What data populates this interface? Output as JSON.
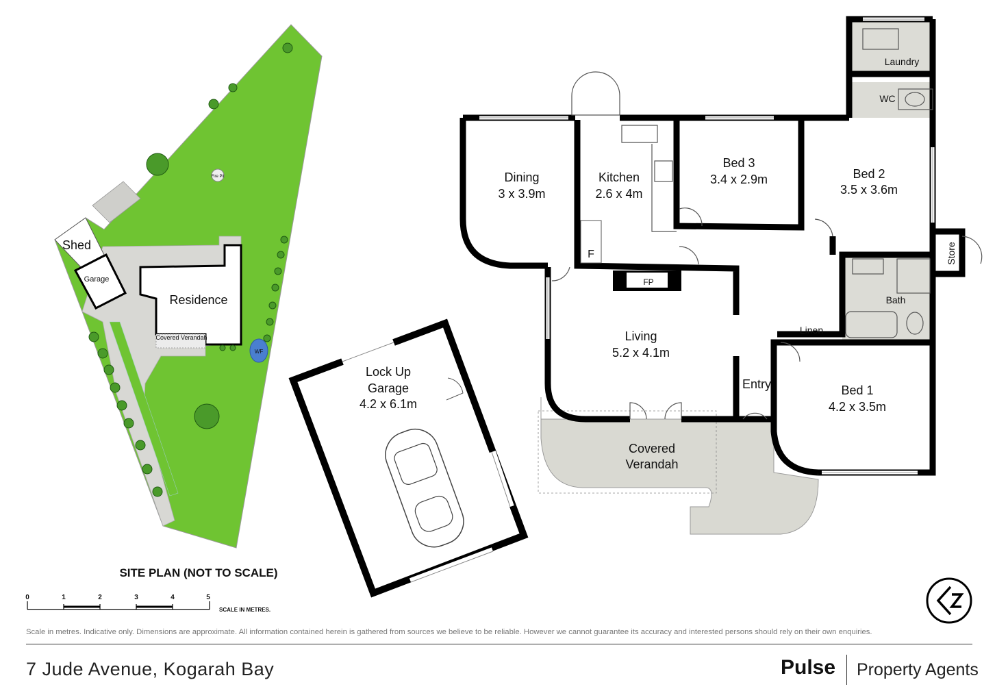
{
  "site_plan": {
    "title": "SITE PLAN (NOT TO SCALE)",
    "labels": {
      "shed": "Shed",
      "garage": "Garage",
      "residence": "Residence",
      "covered_verandah": "Covered Verandah",
      "fire_pit": "Fire Pit",
      "wf": "WF"
    },
    "scale_ticks": [
      "0",
      "1",
      "2",
      "3",
      "4",
      "5"
    ],
    "scale_caption": "SCALE IN METRES.",
    "colors": {
      "lawn": "#6fc432",
      "paving": "#d8d8d4",
      "building": "#ffffff"
    }
  },
  "floor_plan": {
    "rooms": [
      {
        "id": "dining",
        "name": "Dining",
        "size": "3 x 3.9m"
      },
      {
        "id": "kitchen",
        "name": "Kitchen",
        "size": "2.6 x 4m"
      },
      {
        "id": "bed3",
        "name": "Bed 3",
        "size": "3.4 x 2.9m"
      },
      {
        "id": "bed2",
        "name": "Bed 2",
        "size": "3.5 x 3.6m"
      },
      {
        "id": "living",
        "name": "Living",
        "size": "5.2 x 4.1m"
      },
      {
        "id": "bed1",
        "name": "Bed 1",
        "size": "4.2 x 3.5m"
      },
      {
        "id": "garage",
        "name": "Lock Up Garage",
        "size": "4.2 x 6.1m"
      },
      {
        "id": "verandah",
        "name": "Covered Verandah",
        "size": ""
      }
    ],
    "labels": {
      "laundry": "Laundry",
      "wc": "WC",
      "store": "Store",
      "bath": "Bath",
      "linen": "Linen",
      "entry": "Entry",
      "fp": "FP",
      "f": "F",
      "garage_line1": "Lock Up",
      "garage_line2": "Garage",
      "verandah_line1": "Covered",
      "verandah_line2": "Verandah"
    },
    "colors": {
      "wet_area": "#dcdcd6",
      "verandah": "#d9d9d2",
      "wall": "#000000"
    }
  },
  "compass": {
    "icon": "north-arrow-icon"
  },
  "footer": {
    "disclaimer": "Scale in metres. Indicative only. Dimensions are approximate. All information contained herein is gathered from sources we believe to be reliable. However we cannot guarantee its accuracy and interested persons should rely on their own enquiries.",
    "address": "7 Jude Avenue, Kogarah Bay",
    "brand": "Pulse",
    "brand_sub": "Property Agents"
  }
}
